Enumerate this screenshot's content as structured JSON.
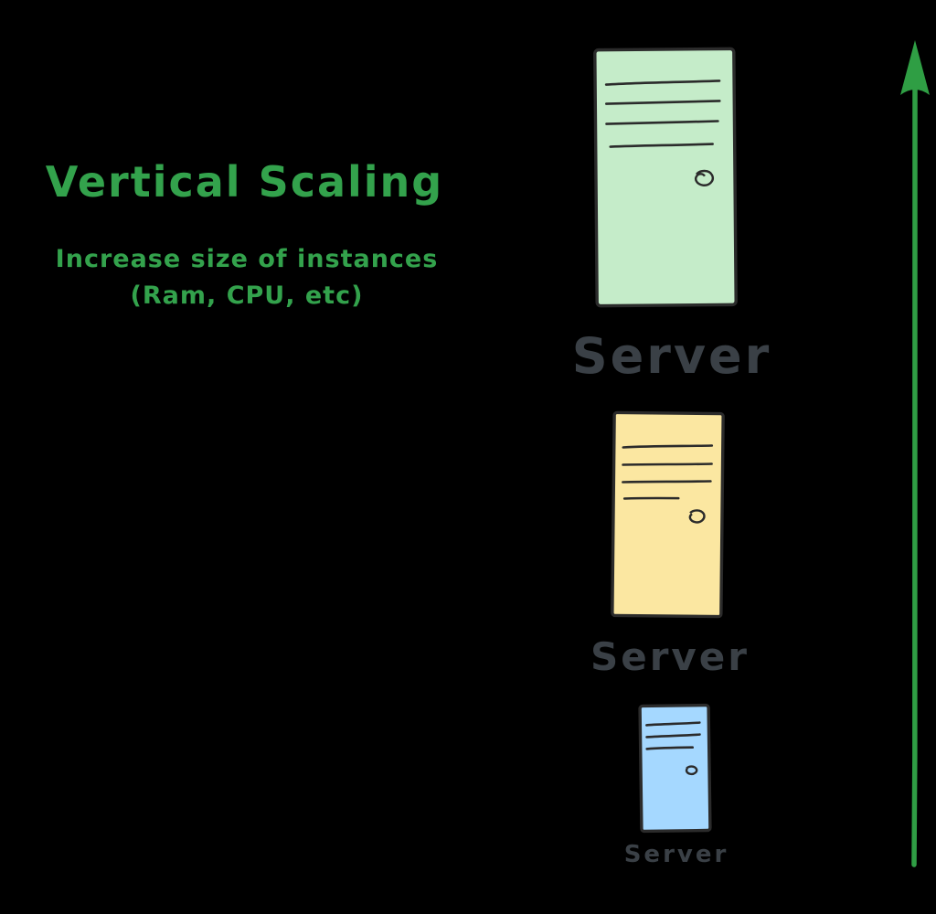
{
  "title": "Vertical Scaling",
  "subtitle": {
    "line1": "Increase size of instances",
    "line2": "(Ram, CPU, etc)"
  },
  "servers": [
    {
      "id": "server-large",
      "size": "large",
      "label": "Server",
      "fill": "#c5ecc9"
    },
    {
      "id": "server-medium",
      "size": "medium",
      "label": "Server",
      "fill": "#fbe7a1"
    },
    {
      "id": "server-small",
      "size": "small",
      "label": "Server",
      "fill": "#a5d8ff"
    }
  ],
  "arrow": {
    "direction": "up",
    "color": "#2f9e44"
  },
  "colors": {
    "background": "#000000",
    "accent_green": "#33a24c",
    "outline": "#2b2b2b",
    "server_label": "#3a4046"
  }
}
